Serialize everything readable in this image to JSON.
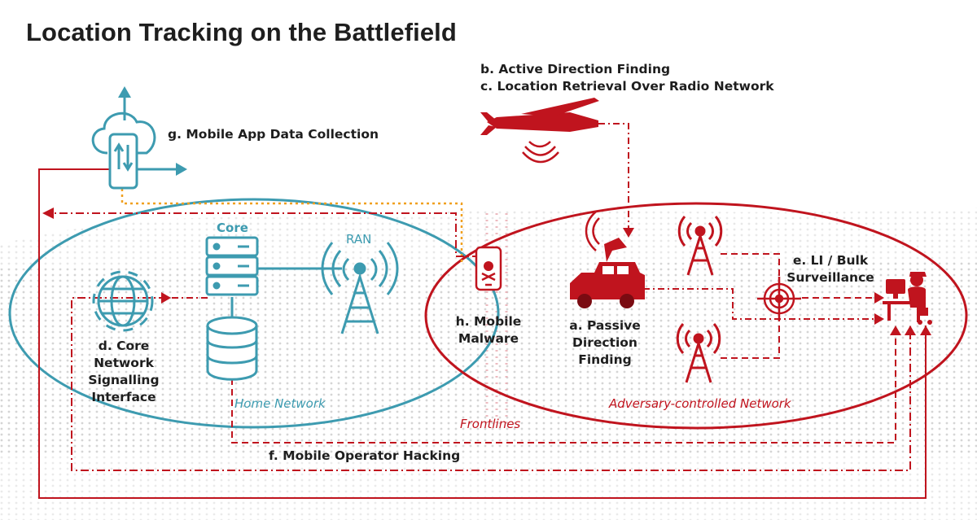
{
  "title": "Location Tracking on the Battlefield",
  "labels": {
    "active_df": "b. Active Direction Finding",
    "location_retrieval": "c. Location Retrieval Over Radio Network",
    "mobile_app": "g. Mobile App Data Collection",
    "core": "Core",
    "ran": "RAN",
    "core_network": [
      "d. Core",
      "Network",
      "Signalling",
      "Interface"
    ],
    "mobile_malware": [
      "h. Mobile",
      "Malware"
    ],
    "passive_df": [
      "a. Passive",
      "Direction Finding"
    ],
    "li_bulk": [
      "e. LI / Bulk",
      "Surveillance"
    ],
    "home_network": "Home Network",
    "adversary_network": "Adversary-controlled Network",
    "frontlines": "Frontlines",
    "operator_hacking": "f. Mobile Operator Hacking"
  },
  "colors": {
    "teal": "#3d9bb0",
    "red": "#c0141e",
    "orange": "#f0a020",
    "text": "#1e1e1e"
  }
}
